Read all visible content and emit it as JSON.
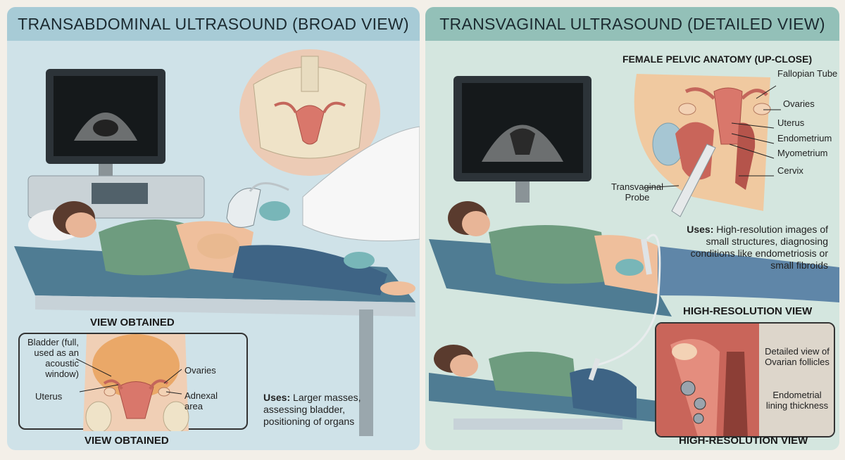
{
  "left": {
    "title": "TRANSABDOMINAL ULTRASOUND (BROAD VIEW)",
    "view_caption_top": "VIEW OBTAINED",
    "view_caption_bottom": "VIEW OBTAINED",
    "labels": {
      "bladder": "Bladder (full, used as an acoustic window)",
      "uterus": "Uterus",
      "ovaries": "Ovaries",
      "adnexal": "Adnexal area"
    },
    "uses_label": "Uses:",
    "uses_text": "Larger masses, assessing bladder, positioning of organs",
    "colors": {
      "panel": "#cfe2e8",
      "header": "#a7cbd6"
    }
  },
  "right": {
    "title": "TRANSVAGINAL ULTRASOUND (DETAILED VIEW)",
    "anatomy_title": "FEMALE PELVIC ANATOMY (UP-CLOSE)",
    "labels": {
      "fallopian": "Fallopian Tube",
      "ovaries": "Ovaries",
      "uterus": "Uterus",
      "endometrium": "Endometrium",
      "myometrium": "Myometrium",
      "cervix": "Cervix",
      "probe": "Transvaginal Probe",
      "follicles": "Detailed view of Ovarian follicles",
      "lining": "Endometrial lining thickness"
    },
    "uses_label": "Uses:",
    "uses_text": "High-resolution images of small structures, diagnosing conditions like endometriosis or small fibroids",
    "hires_caption_top": "HIGH-RESOLUTION VIEW",
    "hires_caption_bottom": "HIGH-RESOLUTION VIEW",
    "colors": {
      "panel": "#d4e6df",
      "header": "#93c0b8"
    }
  }
}
